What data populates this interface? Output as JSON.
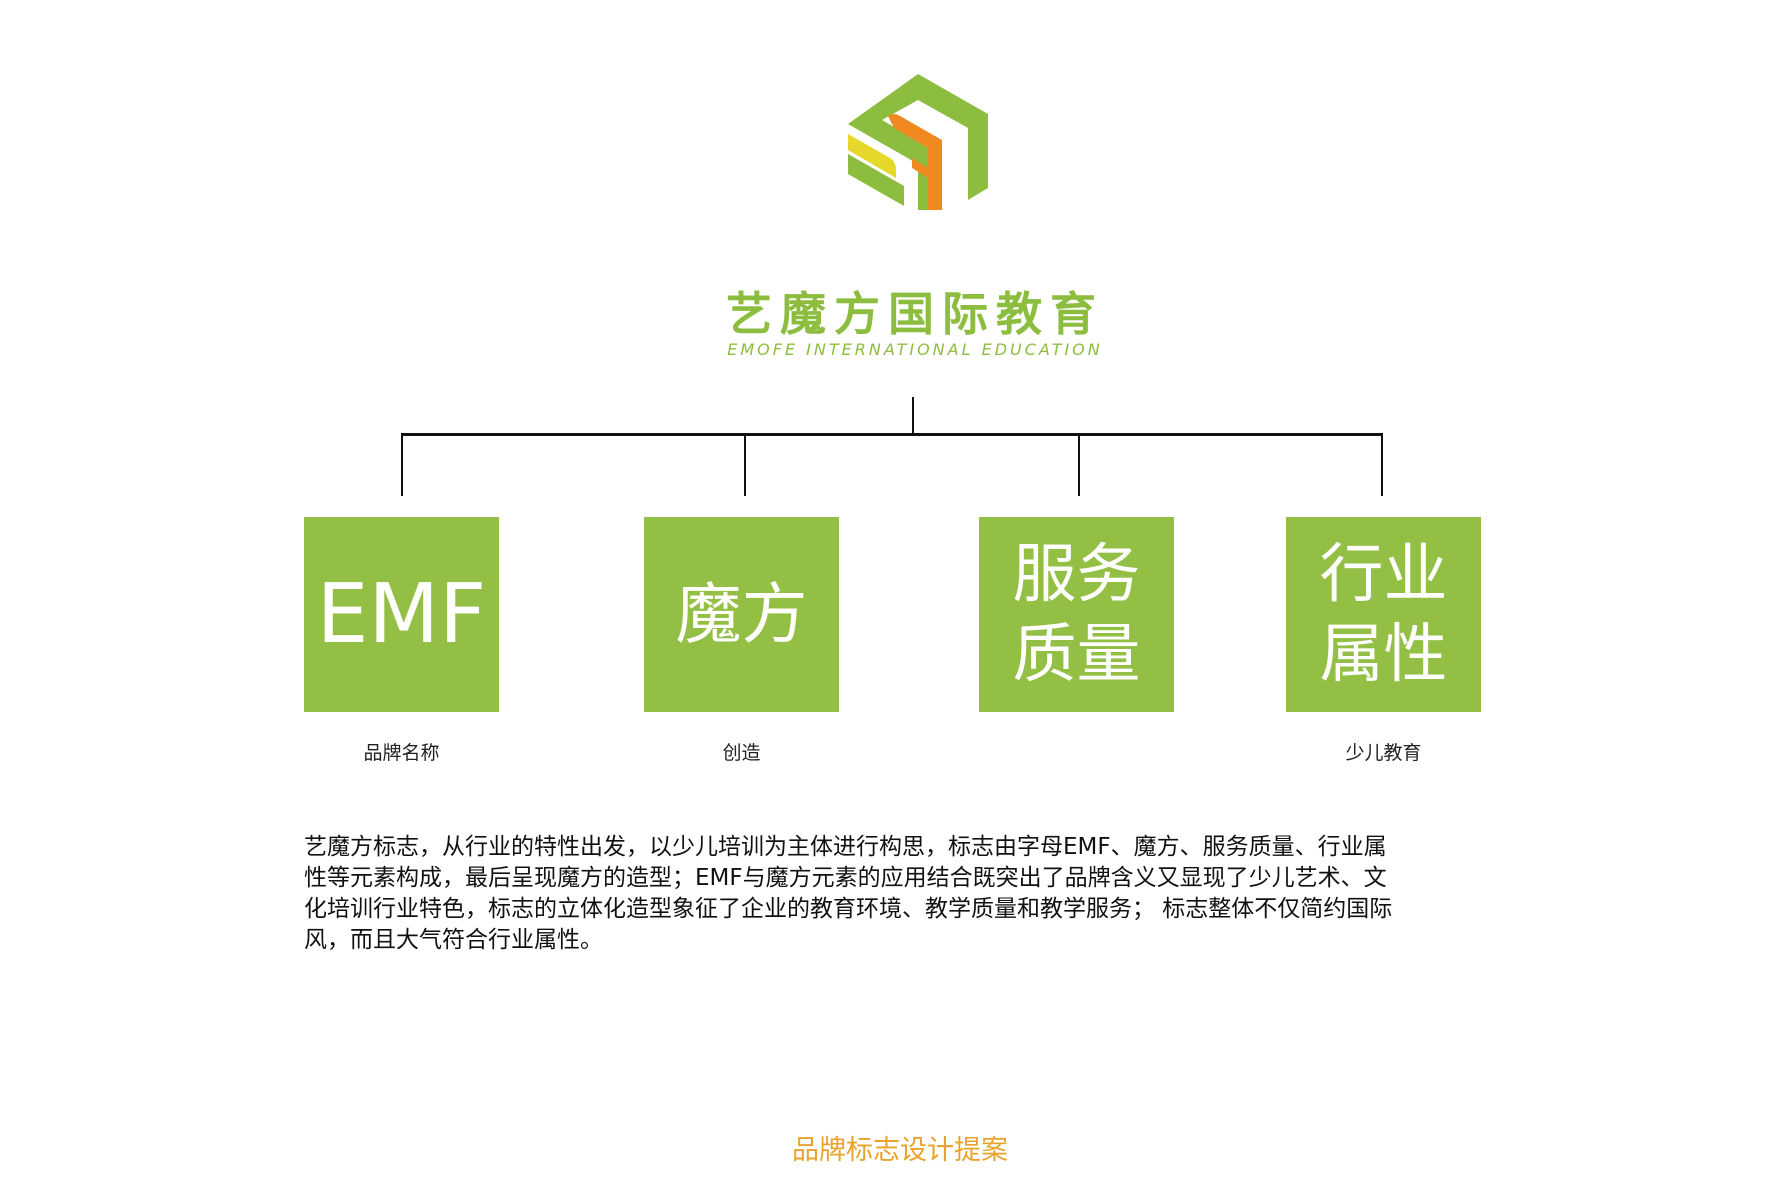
{
  "brand": {
    "name_cn": "艺魔方国际教育",
    "name_en": "EMOFE INTERNATIONAL EDUCATION",
    "logo_icon": "cube-logo-icon",
    "colors": {
      "green": "#93bf45",
      "logo_green": "#8dbd3f",
      "orange": "#f08a20",
      "yellow": "#e6d82b",
      "footer_gold": "#e9a32c",
      "line": "#111111"
    }
  },
  "diagram": {
    "elements": [
      {
        "box_text": "EMF",
        "caption": "品牌名称"
      },
      {
        "box_text": "魔方",
        "caption": "创造"
      },
      {
        "box_text_lines": [
          "服务",
          "质量"
        ],
        "caption": ""
      },
      {
        "box_text_lines": [
          "行业",
          "属性"
        ],
        "caption": "少儿教育"
      }
    ]
  },
  "description": "艺魔方标志，从行业的特性出发，以少儿培训为主体进行构思，标志由字母EMF、魔方、服务质量、行业属性等元素构成，最后呈现魔方的造型；EMF与魔方元素的应用结合既突出了品牌含义又显现了少儿艺术、文化培训行业特色，标志的立体化造型象征了企业的教育环境、教学质量和教学服务； 标志整体不仅简约国际风，而且大气符合行业属性。",
  "description_lines": [
    "艺魔方标志，从行业的特性出发，以少儿培训为主体进行构思，标志由字母EMF、魔方、服务质量、行业属",
    "性等元素构成，最后呈现魔方的造型；EMF与魔方元素的应用结合既突出了品牌含义又显现了少儿艺术、文",
    "化培训行业特色，标志的立体化造型象征了企业的教育环境、教学质量和教学服务； 标志整体不仅简约国际",
    "风，而且大气符合行业属性。"
  ],
  "footer": {
    "title": "品牌标志设计提案"
  }
}
